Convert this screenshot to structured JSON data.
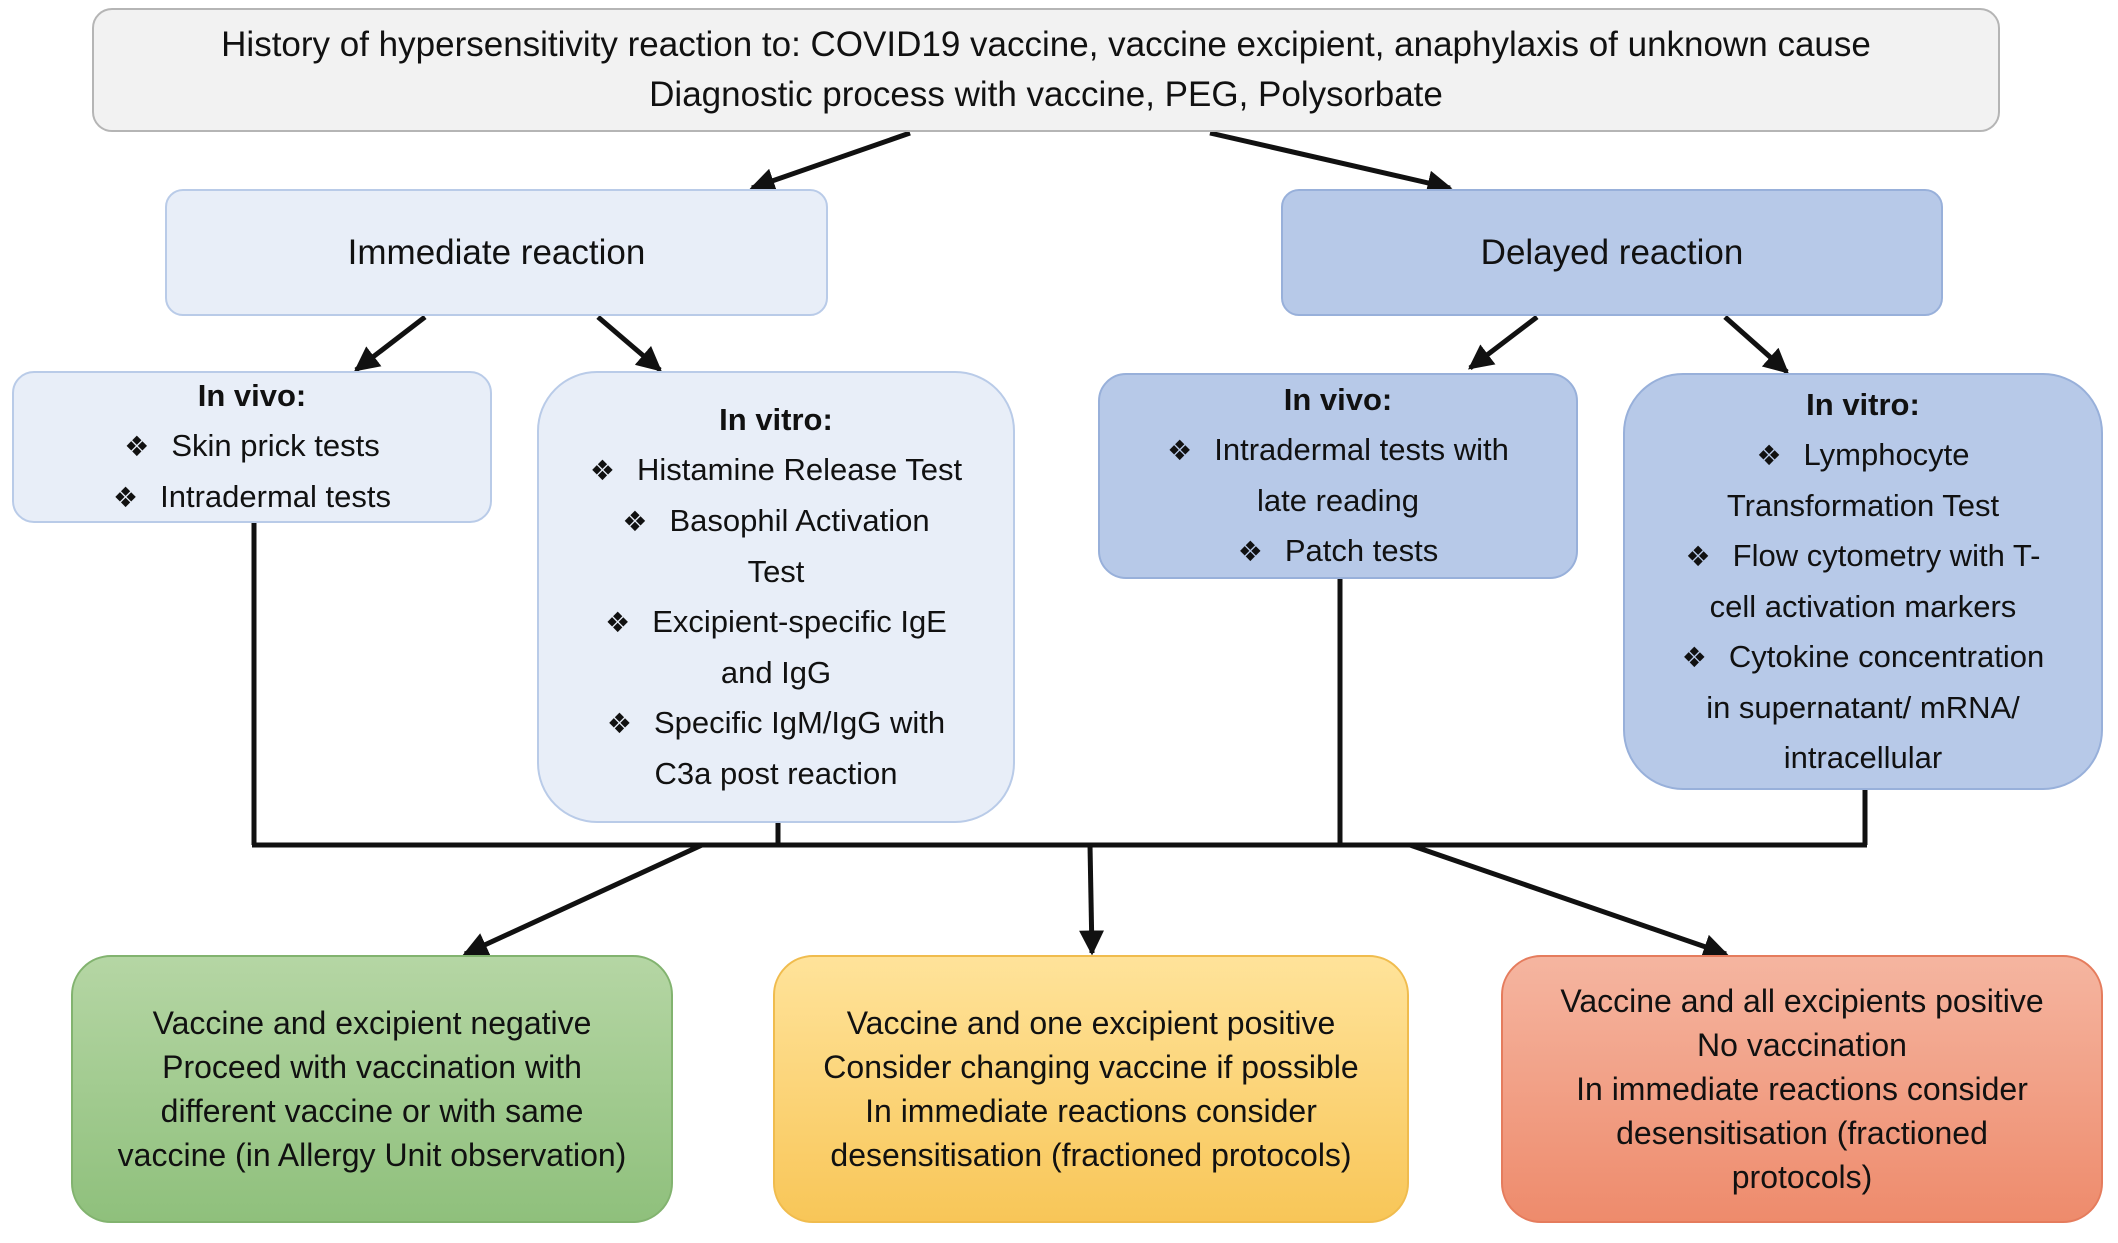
{
  "top_box": {
    "line1": "History of hypersensitivity reaction to: COVID19 vaccine, vaccine excipient, anaphylaxis of unknown cause",
    "line2": "Diagnostic process with vaccine, PEG, Polysorbate"
  },
  "immediate": {
    "title": "Immediate reaction",
    "in_vivo": {
      "title": "In vivo:",
      "items": [
        "Skin prick tests",
        "Intradermal tests"
      ]
    },
    "in_vitro": {
      "title": "In vitro:",
      "items": [
        "Histamine Release Test",
        [
          "Basophil Activation",
          "Test"
        ],
        [
          "Excipient-specific IgE",
          "and IgG"
        ],
        [
          "Specific IgM/IgG with",
          "C3a post reaction"
        ]
      ]
    }
  },
  "delayed": {
    "title": "Delayed reaction",
    "in_vivo": {
      "title": "In vivo:",
      "items": [
        [
          "Intradermal tests with",
          "late reading"
        ],
        "Patch tests"
      ]
    },
    "in_vitro": {
      "title": "In vitro:",
      "items": [
        [
          "Lymphocyte",
          "Transformation Test"
        ],
        [
          "Flow cytometry with T-",
          "cell activation markers"
        ],
        [
          "Cytokine concentration",
          "in supernatant/ mRNA/",
          "intracellular"
        ]
      ]
    }
  },
  "outcomes": {
    "negative": [
      "Vaccine and excipient negative",
      "Proceed with vaccination with",
      "different vaccine or with same",
      "vaccine (in Allergy Unit observation)"
    ],
    "one_positive": [
      "Vaccine and one excipient positive",
      "Consider changing vaccine if possible",
      "In immediate reactions consider",
      "desensitisation (fractioned protocols)"
    ],
    "all_positive": [
      "Vaccine and all excipients positive",
      "No vaccination",
      "In immediate reactions consider",
      "desensitisation (fractioned",
      "protocols)"
    ]
  },
  "bullet_glyph": "❖",
  "colors": {
    "top_fill": "#f2f2f2",
    "immediate_fill": "#e8eef8",
    "delayed_fill": "#b7c9e8",
    "negative_fill": "#9cc98a",
    "one_positive_fill": "#fbd37a",
    "all_positive_fill": "#f19f84",
    "connector": "#111111"
  }
}
